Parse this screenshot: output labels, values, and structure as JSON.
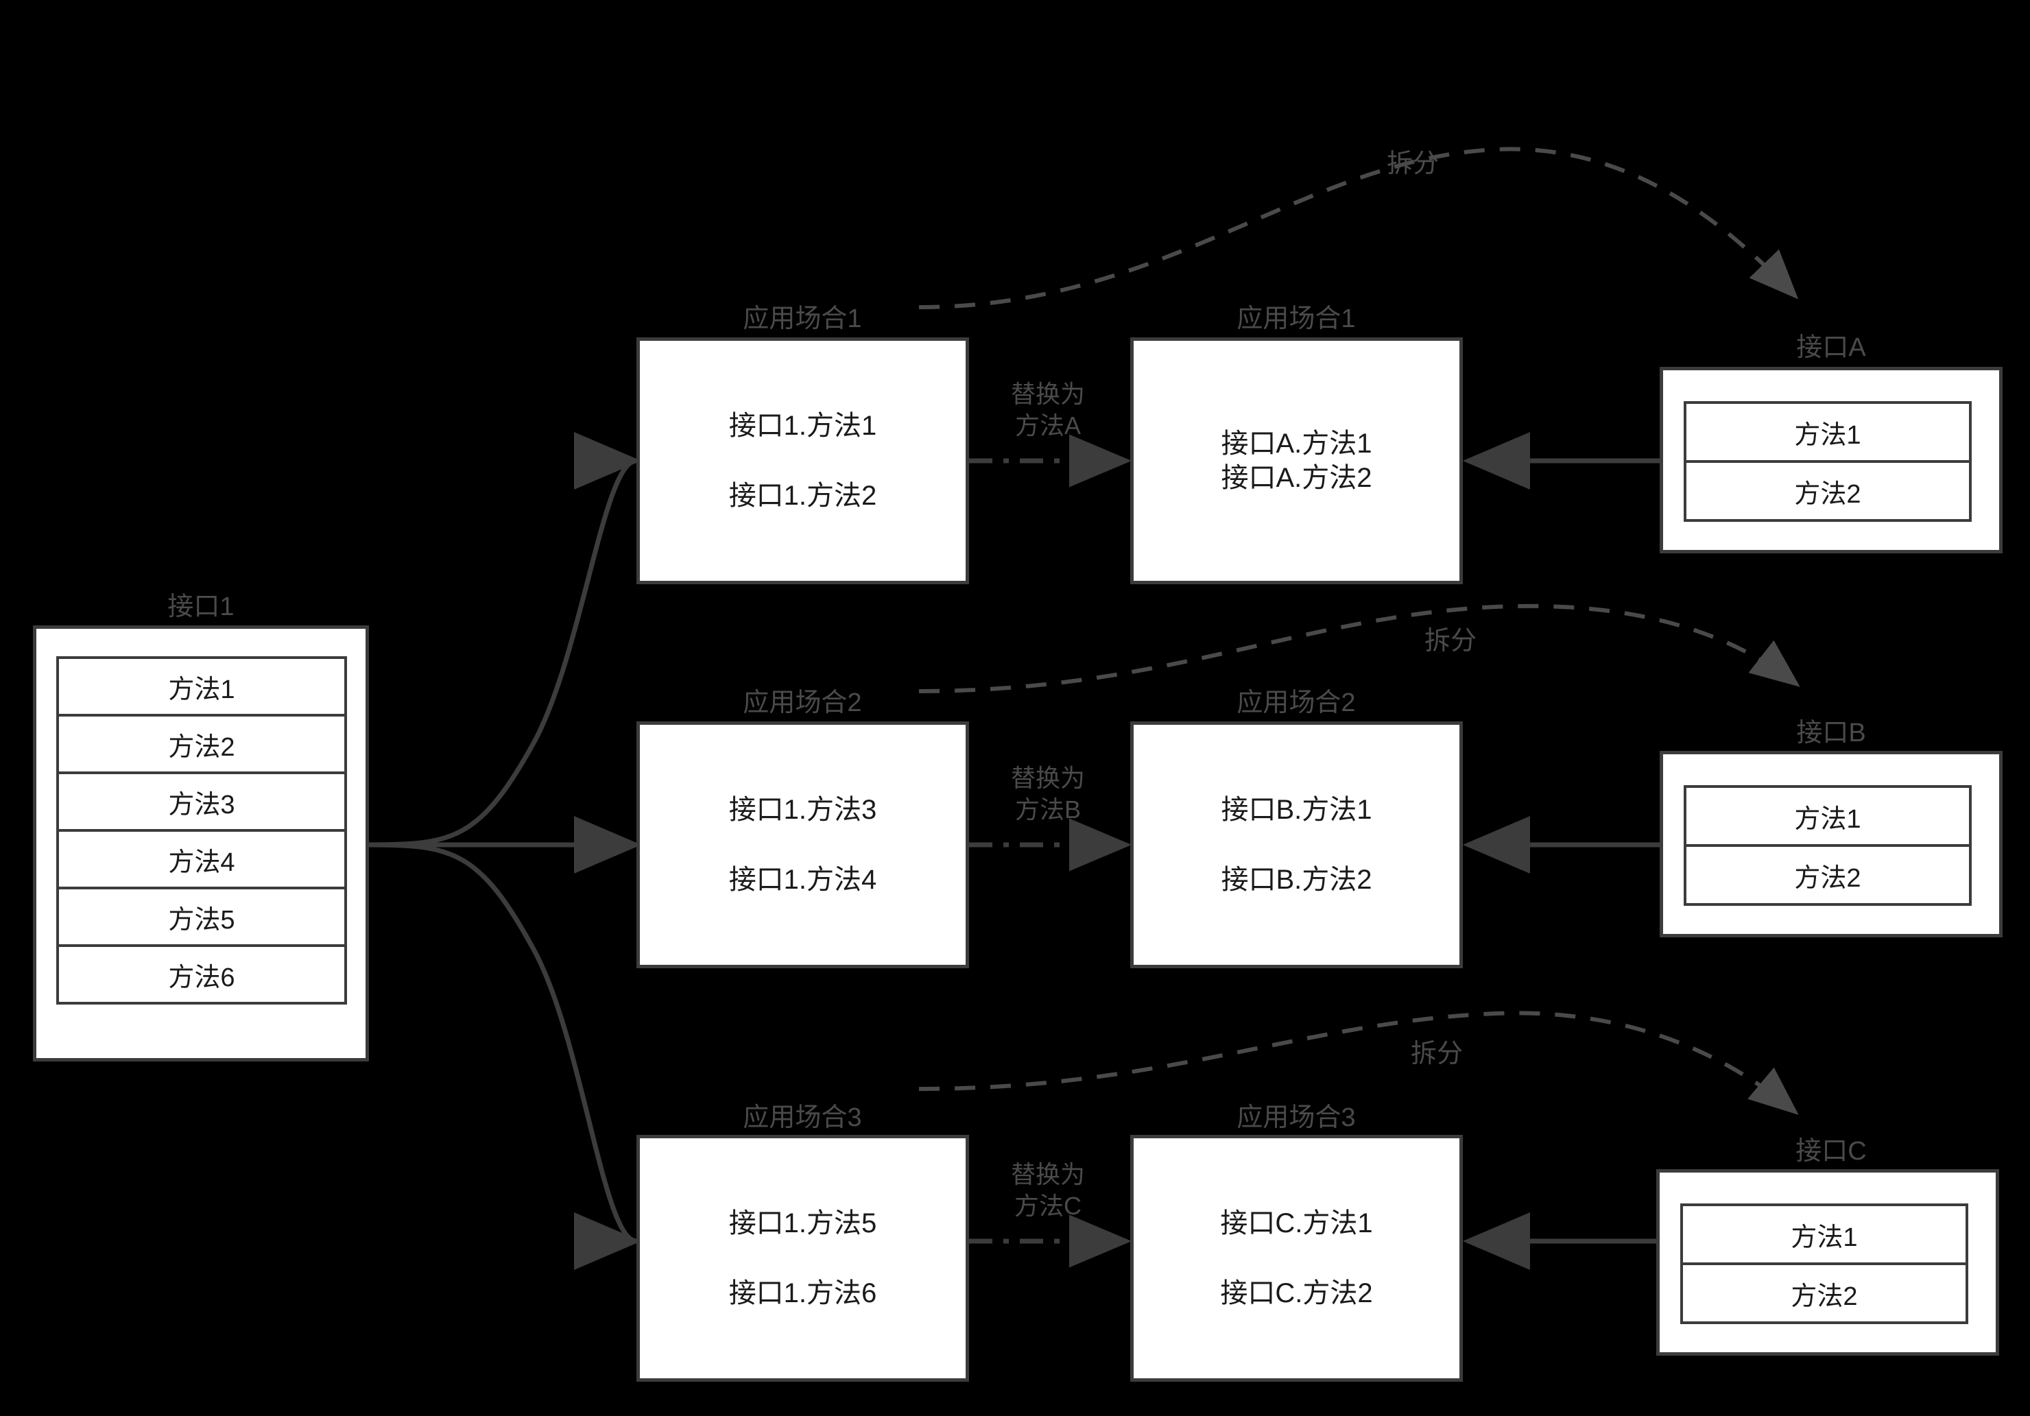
{
  "diagram": {
    "title_hidden": "",
    "background": "#000000",
    "box_fill": "#ffffff",
    "box_stroke": "#3c3c3c",
    "label_color": "#4a4a4a",
    "text_color": "#1a1a1a",
    "arrow_color": "#3c3c3c",
    "dashed_arrow_color": "#4a4a4a"
  },
  "source_interface": {
    "caption": "接口1",
    "methods": [
      "方法1",
      "方法2",
      "方法3",
      "方法4",
      "方法5",
      "方法6"
    ]
  },
  "rows": [
    {
      "before": {
        "caption": "应用场合1",
        "lines": [
          "接口1.方法1",
          "接口1.方法2"
        ]
      },
      "transform_label": {
        "line1": "替换为",
        "line2": "方法A"
      },
      "after": {
        "caption": "应用场合1",
        "lines": [
          "接口A.方法1",
          "接口A.方法2"
        ]
      },
      "split_label": "拆分",
      "target_interface": {
        "caption": "接口A",
        "methods": [
          "方法1",
          "方法2"
        ]
      }
    },
    {
      "before": {
        "caption": "应用场合2",
        "lines": [
          "接口1.方法3",
          "接口1.方法4"
        ]
      },
      "transform_label": {
        "line1": "替换为",
        "line2": "方法B"
      },
      "after": {
        "caption": "应用场合2",
        "lines": [
          "接口B.方法1",
          "接口B.方法2"
        ]
      },
      "split_label": "拆分",
      "target_interface": {
        "caption": "接口B",
        "methods": [
          "方法1",
          "方法2"
        ]
      }
    },
    {
      "before": {
        "caption": "应用场合3",
        "lines": [
          "接口1.方法5",
          "接口1.方法6"
        ]
      },
      "transform_label": {
        "line1": "替换为",
        "line2": "方法C"
      },
      "after": {
        "caption": "应用场合3",
        "lines": [
          "接口C.方法1",
          "接口C.方法2"
        ]
      },
      "split_label": "拆分",
      "target_interface": {
        "caption": "接口C",
        "methods": [
          "方法1",
          "方法2"
        ]
      }
    }
  ]
}
